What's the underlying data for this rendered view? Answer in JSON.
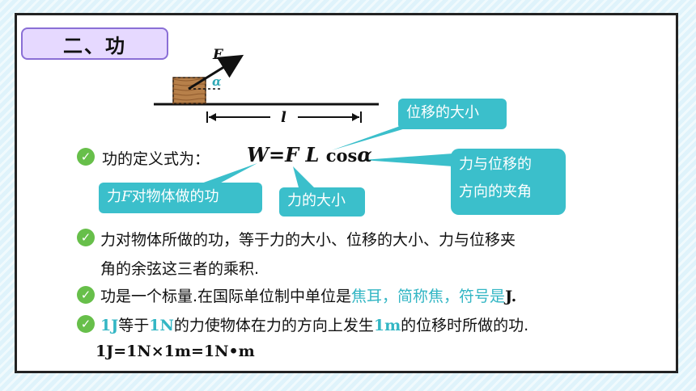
{
  "title": "二、功",
  "diagram": {
    "force_label": "F",
    "angle_label": "α",
    "distance_label": "l"
  },
  "definition": {
    "label": "功的定义式为：",
    "formula": {
      "W": "W",
      "eq": "=",
      "F": "F",
      "L": "L",
      "cos": "cos",
      "alpha": "α"
    }
  },
  "callouts": {
    "displacement": "位移的大小",
    "angle_line1": "力与位移的",
    "angle_line2": "方向的夹角",
    "work_by_force_pre": "力",
    "work_by_force_F": "F",
    "work_by_force_post": "对物体做的功",
    "force_magnitude": "力的大小"
  },
  "bullets": [
    {
      "line1": "力对物体所做的功，等于力的大小、位移的大小、力与位移夹",
      "line2": "角的余弦这三者的乘积."
    },
    {
      "pre": "功是一个标量.在国际单位制中单位是",
      "hl": "焦耳，简称焦，符号是",
      "unit": "J."
    },
    {
      "hl1": "1J",
      "t1": "等于",
      "hl2": "1N",
      "t2": "的力使物体在力的方向上发生",
      "hl3": "1m",
      "t3": "的位移时所做的功.",
      "eq": "1J=1N×1m=1N•m"
    }
  ],
  "colors": {
    "accent": "#3bbfcb",
    "title_bg": "#e6d9ff",
    "check": "#67bf4a"
  }
}
